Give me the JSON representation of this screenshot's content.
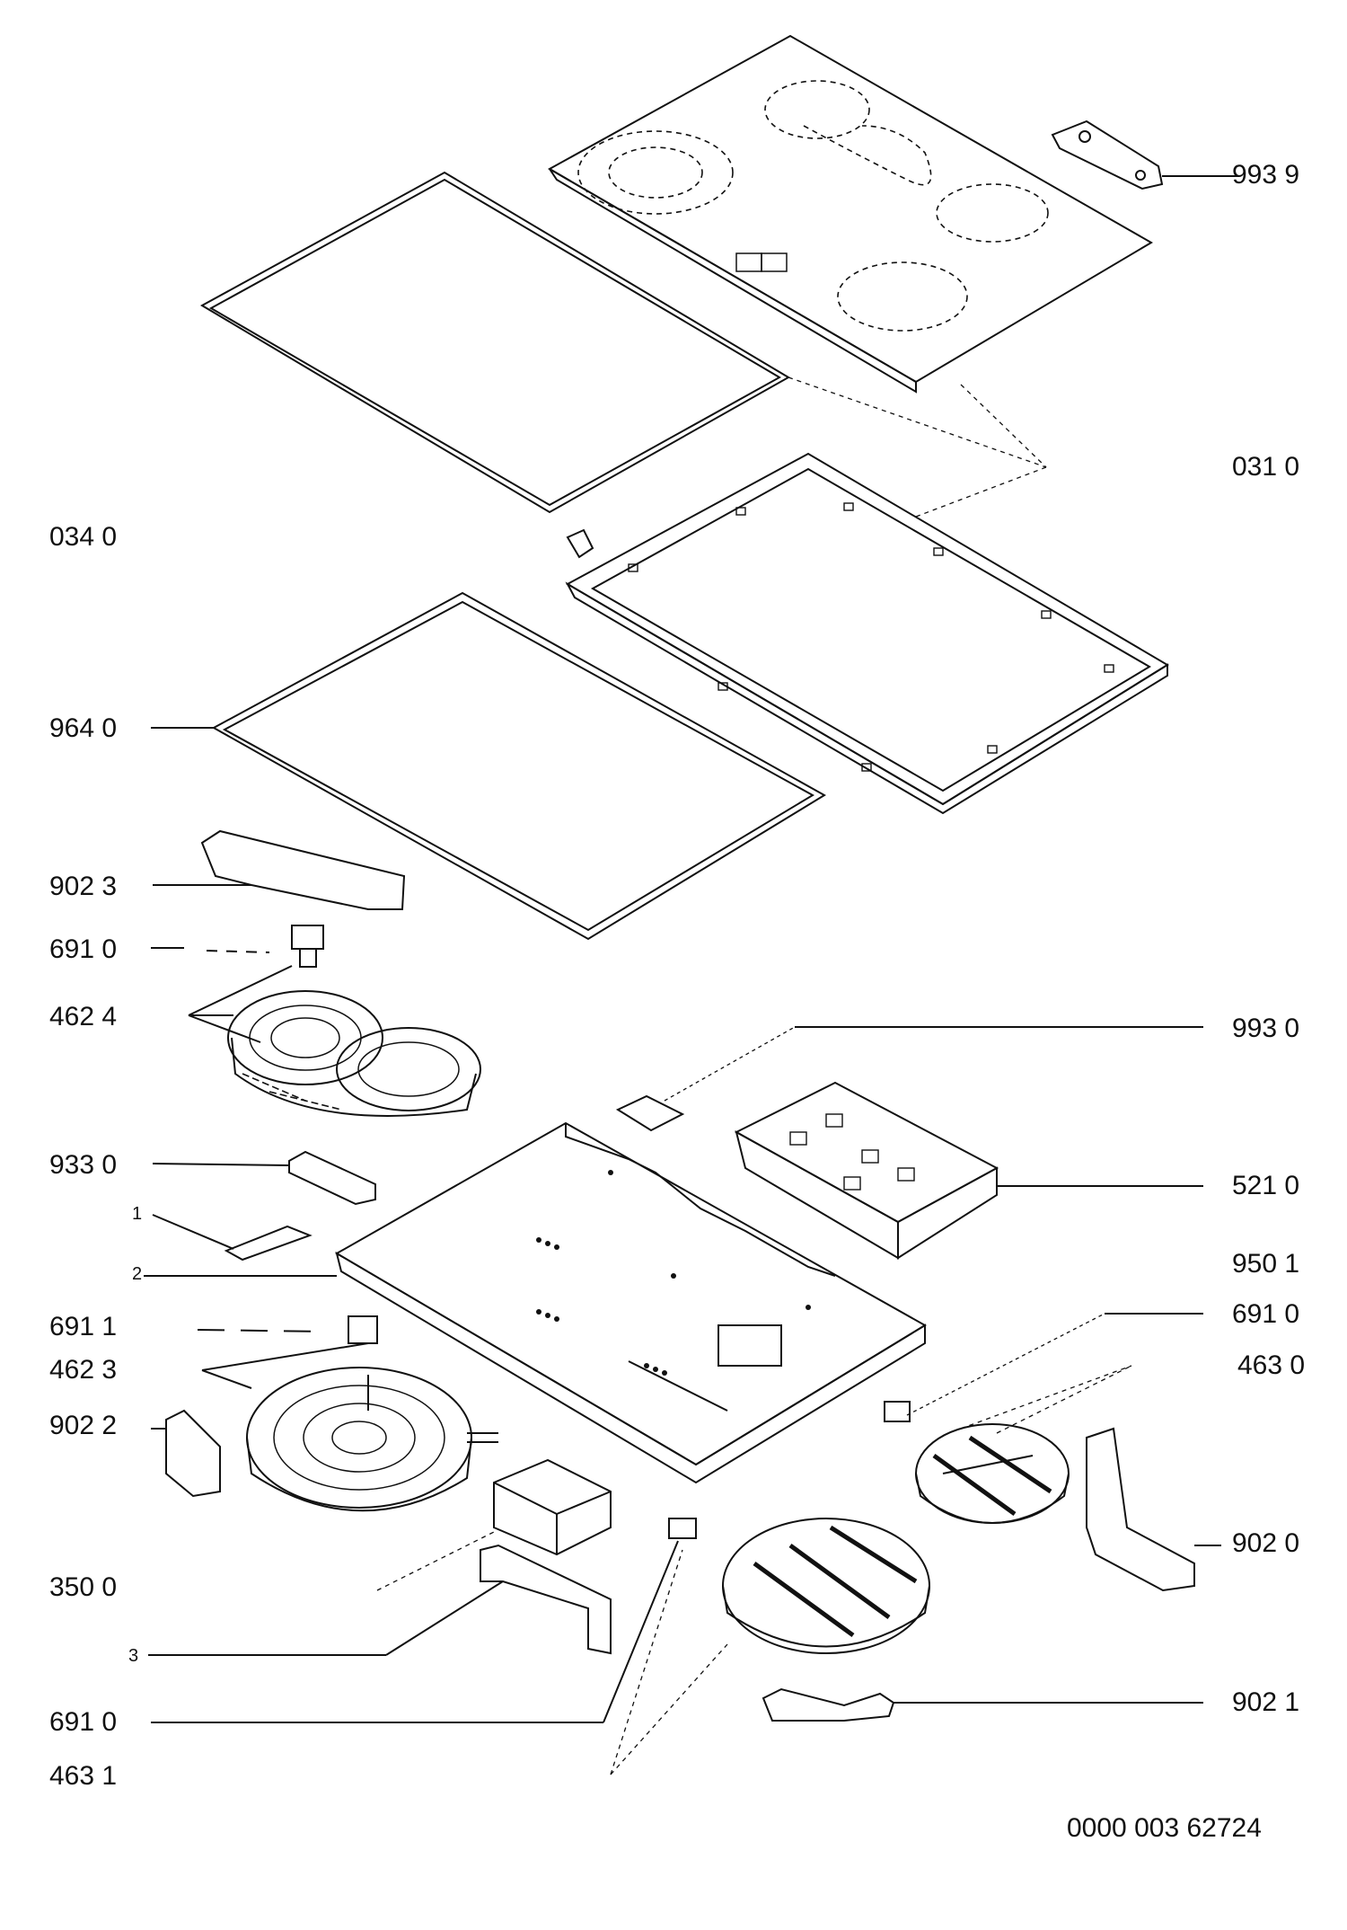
{
  "labels": {
    "l_9939": "993 9",
    "l_0310": "031 0",
    "l_0340": "034 0",
    "l_9640": "964 0",
    "l_9023": "902 3",
    "l_6910_top": "691 0",
    "l_4624": "462 4",
    "l_9930": "993 0",
    "l_9330": "933 0",
    "l_5210": "521 0",
    "l_1": "1",
    "l_2": "2",
    "l_9501": "950 1",
    "l_6911": "691 1",
    "l_6910_right": "691 0",
    "l_4623": "462 3",
    "l_4630": "463 0",
    "l_9022": "902 2",
    "l_9020": "902 0",
    "l_3500": "350 0",
    "l_3": "3",
    "l_6910_bottom": "691 0",
    "l_9021": "902 1",
    "l_4631": "463 1",
    "doc_number": "0000 003 62724"
  }
}
